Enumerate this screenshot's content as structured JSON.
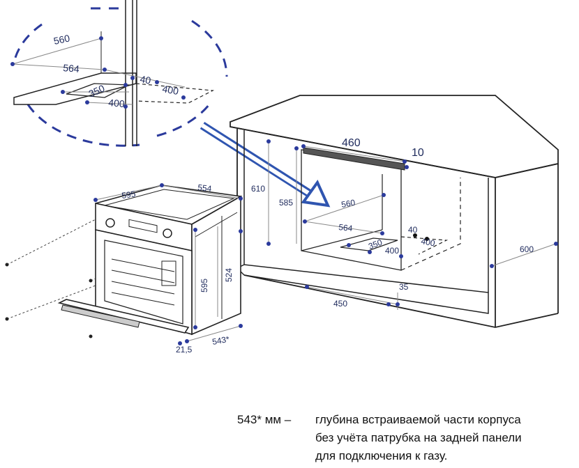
{
  "inset": {
    "labels": [
      "560",
      "564",
      "40",
      "400",
      "350",
      "400"
    ]
  },
  "cabinet": {
    "labels": [
      "460",
      "10",
      "610",
      "585",
      "560",
      "564",
      "40",
      "400",
      "350",
      "400",
      "600",
      "35",
      "450"
    ]
  },
  "oven": {
    "labels": [
      "595",
      "554",
      "595",
      "524",
      "21,5",
      "543*"
    ]
  },
  "note": {
    "term": "543* мм –",
    "lines": [
      "глубина встраиваемой части корпуса",
      "без учёта патрубка на задней панели",
      "для подключения к газу."
    ]
  },
  "colors": {
    "dimension": "#1e2a5c",
    "dot": "#2b3a9c",
    "arrow": "#2f55b0",
    "line": "#222222"
  }
}
